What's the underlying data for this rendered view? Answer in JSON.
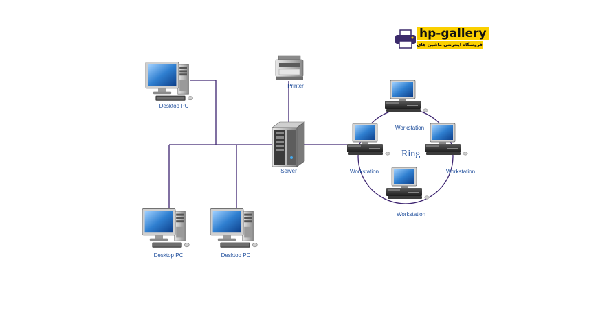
{
  "brand": {
    "name": "hp-gallery",
    "tagline": "فروشگاه اینترنتی ماشین های اداری"
  },
  "labels": {
    "desktop_top": "Desktop PC",
    "desktop_bottom_left": "Desktop PC",
    "desktop_bottom_mid": "Desktop PC",
    "printer": "Printer",
    "server": "Server",
    "ws_top": "Workstation",
    "ws_left": "Workstation",
    "ws_right": "Workstation",
    "ws_bottom": "Workstation",
    "ring": "Ring"
  },
  "colors": {
    "link_line": "#3d2470",
    "label_text": "#1f4e9c",
    "brand_yellow": "#fbd000",
    "screen_blue": "#2f7fd0"
  }
}
